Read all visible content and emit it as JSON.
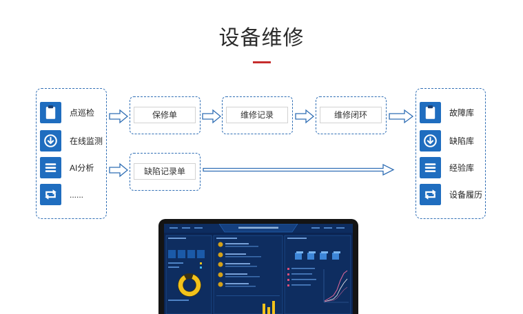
{
  "title": "设备维修",
  "colors": {
    "title_text": "#2b2b2b",
    "title_underline": "#c62d2d",
    "accent_blue": "#1f6dbf",
    "dashed_border": "#2e6db4",
    "dashboard_background": "#0b2452",
    "donut": "#f2c21b"
  },
  "sources": [
    {
      "label": "点巡检",
      "icon": "clipboard-icon"
    },
    {
      "label": "在线监测",
      "icon": "circle-down-arrow-icon"
    },
    {
      "label": "AI分析",
      "icon": "list-icon"
    },
    {
      "label": "......",
      "icon": "loop-arrows-icon"
    }
  ],
  "flow_steps": [
    {
      "label": "保修单"
    },
    {
      "label": "维修记录"
    },
    {
      "label": "维修闭环"
    }
  ],
  "defect_step": {
    "label": "缺陷记录单"
  },
  "libraries": [
    {
      "label": "故障库",
      "icon": "clipboard-icon"
    },
    {
      "label": "缺陷库",
      "icon": "circle-down-arrow-icon"
    },
    {
      "label": "经验库",
      "icon": "list-icon"
    },
    {
      "label": "设备履历",
      "icon": "loop-arrows-icon"
    }
  ]
}
